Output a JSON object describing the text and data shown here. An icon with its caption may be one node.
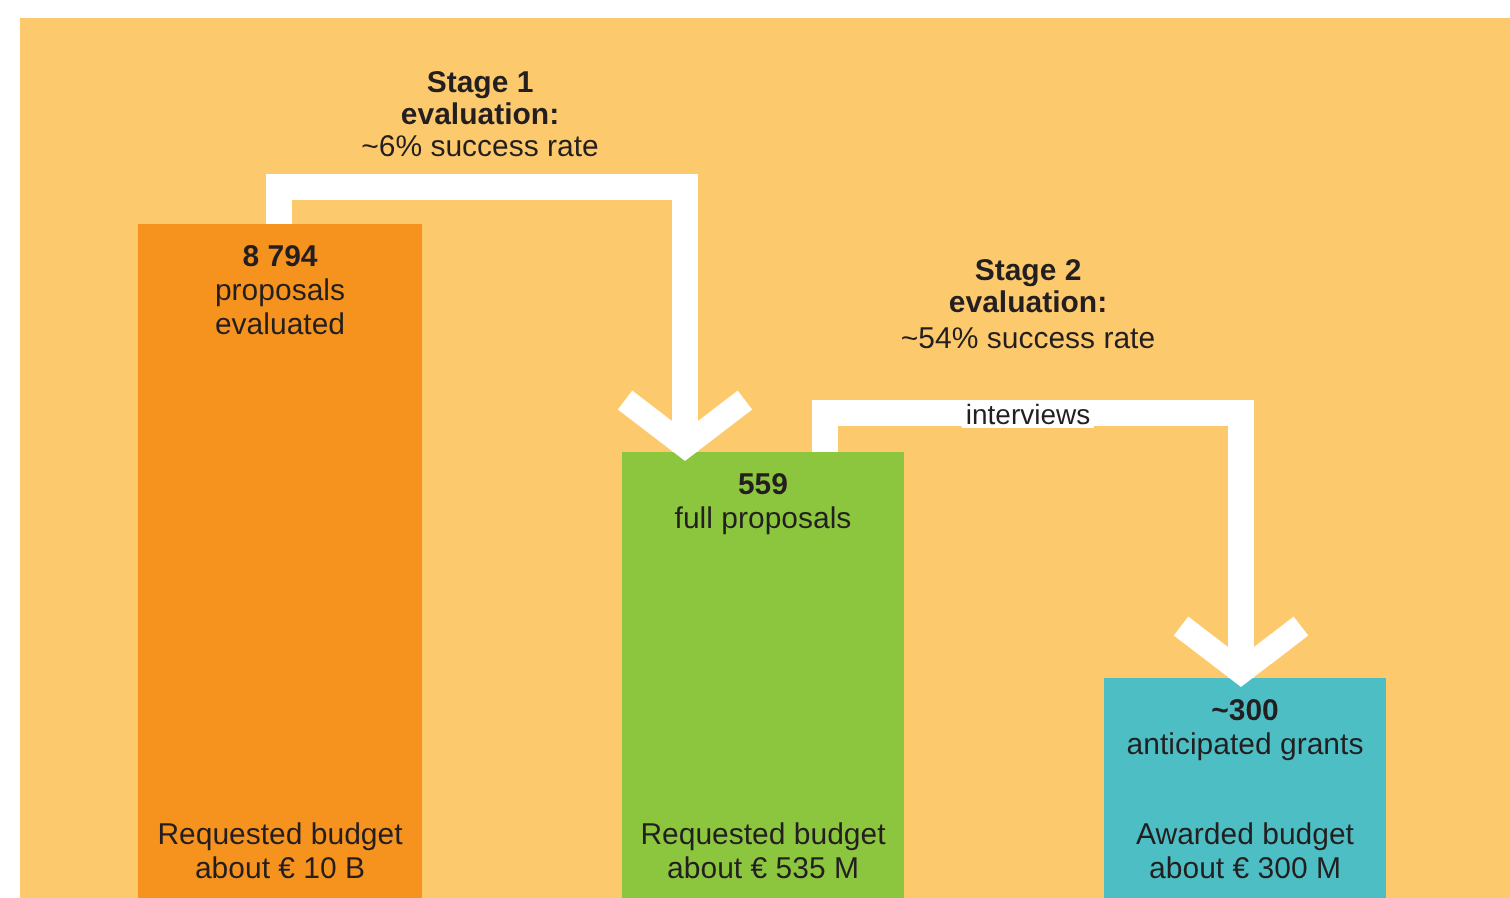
{
  "diagram": {
    "nodes": [
      {
        "text": [
          "8 794",
          "proposals evaluated",
          "Requested budget about € 10 B"
        ]
      },
      {
        "text": [
          "559",
          "full proposals",
          "Requested budget about € 535 M"
        ]
      },
      {
        "text": [
          "~300",
          "anticipated grants",
          "Awarded budget about € 300 M"
        ]
      }
    ],
    "edges": [
      {
        "from": 0,
        "to": 1,
        "arrow": "to"
      },
      {
        "from": 1,
        "to": 2,
        "arrow": "to",
        "label": "interviews"
      }
    ],
    "labels": [
      "Stage 1 evaluation:",
      "~6% success rate",
      "Stage 2 evaluation:",
      "~54% success rate"
    ]
  }
}
